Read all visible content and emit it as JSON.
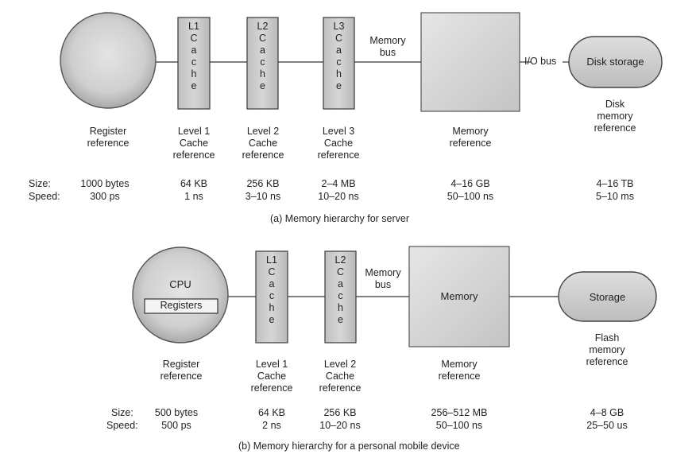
{
  "server": {
    "caches": [
      {
        "letters": [
          "L1",
          "C",
          "a",
          "c",
          "h",
          "e"
        ]
      },
      {
        "letters": [
          "L2",
          "C",
          "a",
          "c",
          "h",
          "e"
        ]
      },
      {
        "letters": [
          "L3",
          "C",
          "a",
          "c",
          "h",
          "e"
        ]
      }
    ],
    "memory_bus": "Memory\nbus",
    "io_bus": "I/O bus",
    "disk_box": "Disk storage",
    "labels": {
      "register": "Register\nreference",
      "level1": "Level 1\nCache\nreference",
      "level2": "Level 2\nCache\nreference",
      "level3": "Level 3\nCache\nreference",
      "memory": "Memory\nreference",
      "disk": "Disk\nmemory\nreference"
    },
    "size_label": "Size:",
    "speed_label": "Speed:",
    "sizes": [
      "1000 bytes",
      "64 KB",
      "256 KB",
      "2–4 MB",
      "4–16 GB",
      "4–16 TB"
    ],
    "speeds": [
      "300 ps",
      "1 ns",
      "3–10 ns",
      "10–20 ns",
      "50–100 ns",
      "5–10 ms"
    ],
    "caption": "(a) Memory hierarchy for server"
  },
  "mobile": {
    "cpu_label": "CPU",
    "registers_label": "Registers",
    "caches": [
      {
        "letters": [
          "L1",
          "C",
          "a",
          "c",
          "h",
          "e"
        ]
      },
      {
        "letters": [
          "L2",
          "C",
          "a",
          "c",
          "h",
          "e"
        ]
      }
    ],
    "memory_bus": "Memory\nbus",
    "memory_box": "Memory",
    "storage_box": "Storage",
    "labels": {
      "register": "Register\nreference",
      "level1": "Level 1\nCache\nreference",
      "level2": "Level 2\nCache\nreference",
      "memory": "Memory\nreference",
      "flash": "Flash\nmemory\nreference"
    },
    "size_label": "Size:",
    "speed_label": "Speed:",
    "sizes": [
      "500 bytes",
      "64 KB",
      "256 KB",
      "256–512 MB",
      "4–8 GB"
    ],
    "speeds": [
      "500 ps",
      "2 ns",
      "10–20 ns",
      "50–100 ns",
      "25–50 us"
    ],
    "caption": "(b) Memory hierarchy for a personal mobile device"
  }
}
